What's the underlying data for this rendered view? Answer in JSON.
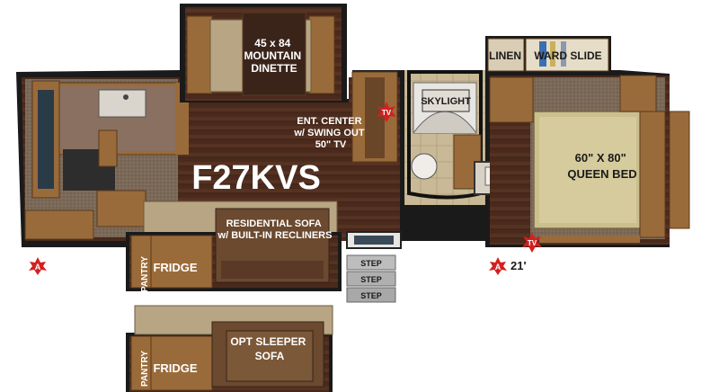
{
  "model": "F27KVS",
  "rooms": {
    "dinette": "45 x 84\nMOUNTAIN\nDINETTE",
    "ent_center": "ENT. CENTER\nw/ SWING OUT\n50\" TV",
    "skylight": "SKYLIGHT",
    "linen": "LINEN",
    "wardrobe": "WARD SLIDE",
    "bed": "60\" X 80\"\nQUEEN BED",
    "sofa": "RESIDENTIAL SOFA\nw/ BUILT-IN RECLINERS",
    "pantry": "PANTRY",
    "fridge": "FRIDGE",
    "steps": [
      "STEP",
      "STEP",
      "STEP"
    ],
    "alt_sofa": "OPT SLEEPER\nSOFA",
    "alt_pantry": "PANTRY",
    "alt_fridge": "FRIDGE"
  },
  "markers": {
    "tv": "TV",
    "a_marker": "A",
    "length": "21'"
  },
  "colors": {
    "floor_wood": "#4a2a1c",
    "carpet": "#7b6a5c",
    "tile": "#c8b89a",
    "cabinet": "#9a6b3a",
    "wall": "#1a1a1a",
    "sofa_tan": "#b8a584",
    "marker_red": "#d32020"
  }
}
